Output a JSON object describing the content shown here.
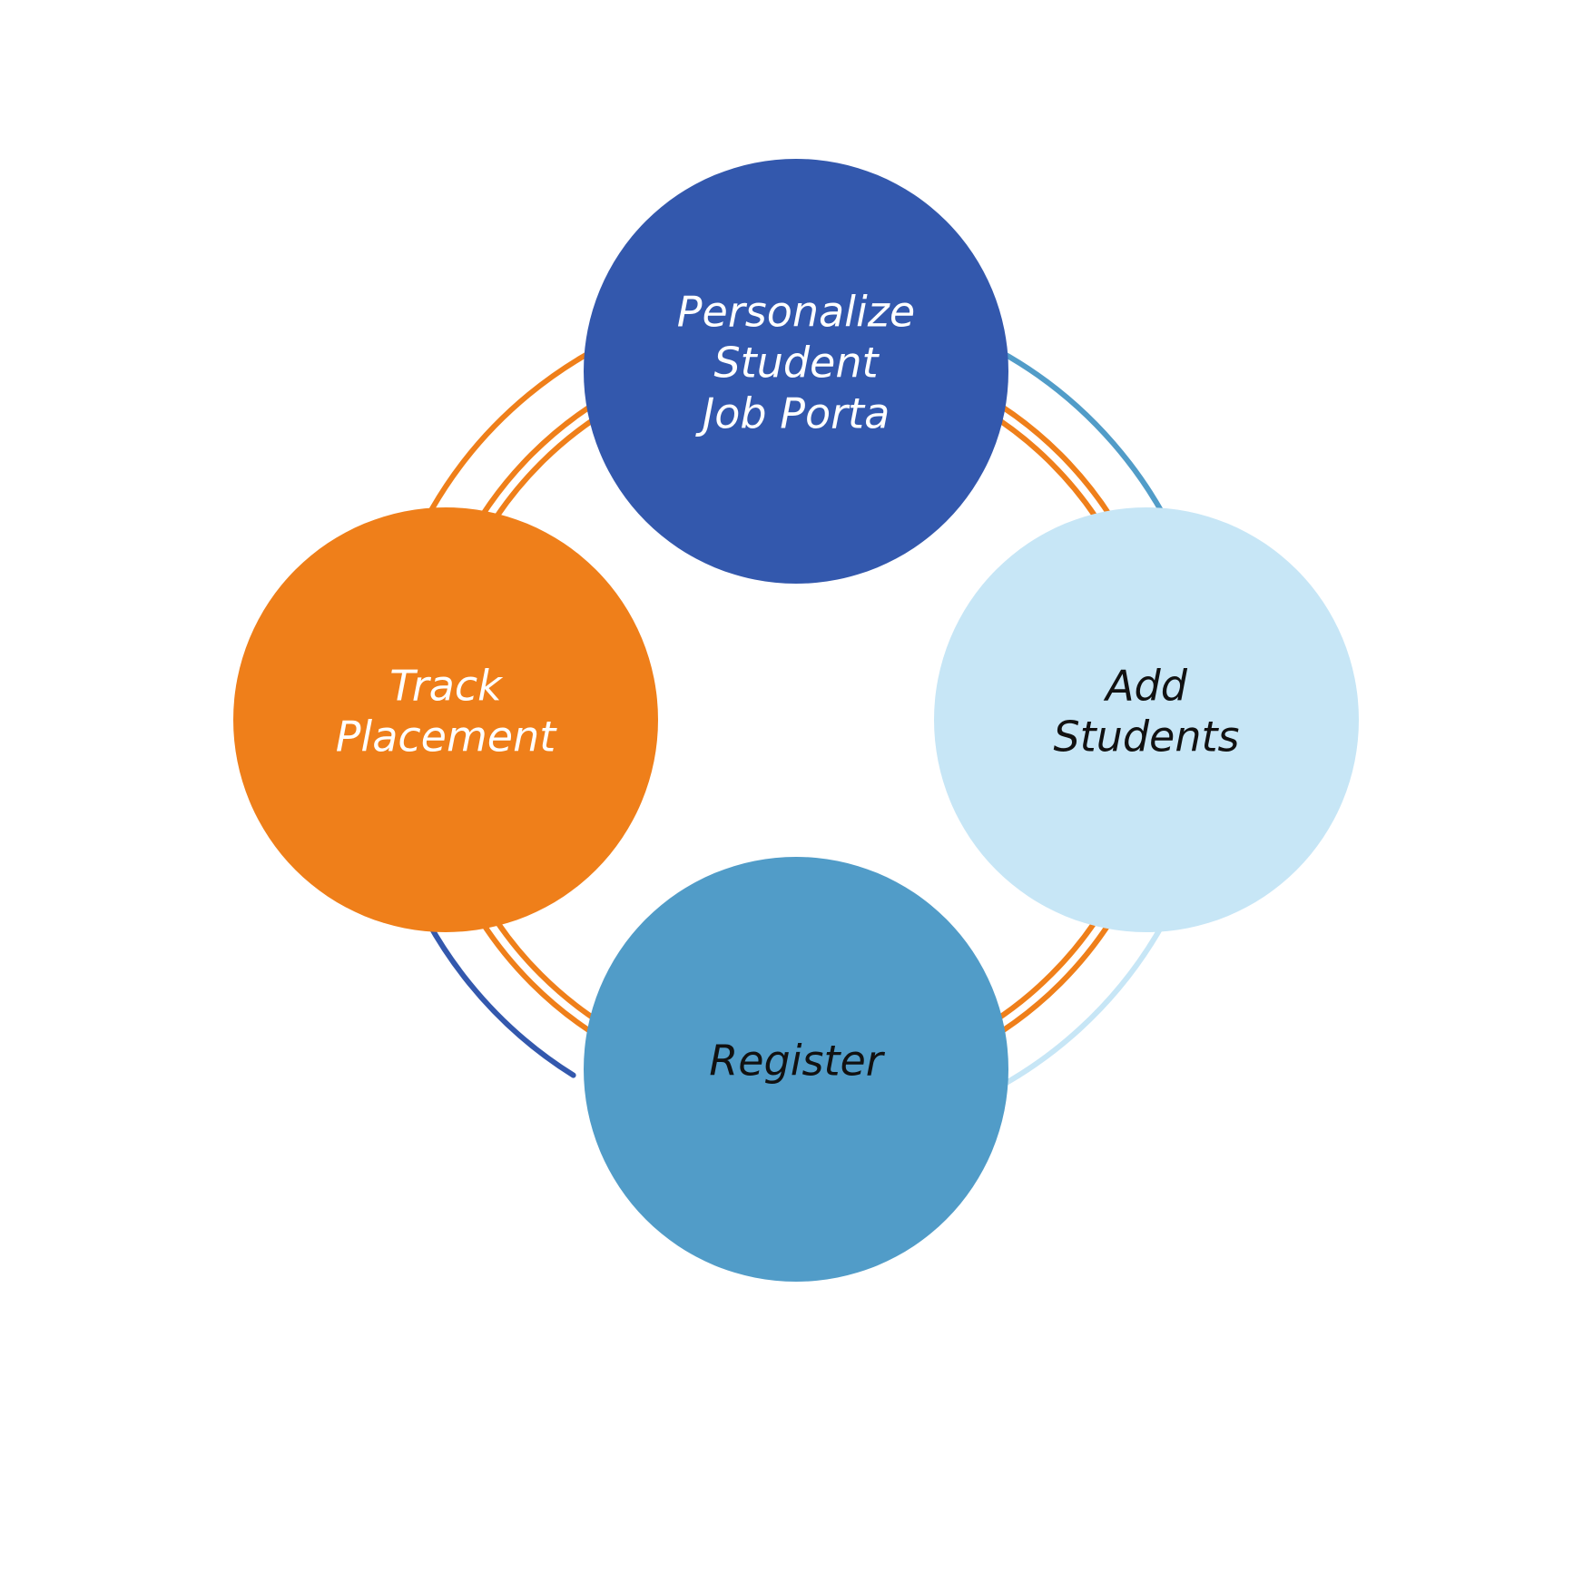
{
  "nodes": [
    {
      "id": "personalize",
      "name": "node-personalize-student-job-porta",
      "lines": [
        "Personalize",
        "Student",
        "Job Porta"
      ],
      "fill": "#3358AD",
      "text_color": "#FFFFFF"
    },
    {
      "id": "add-students",
      "name": "node-add-students",
      "lines": [
        "Add",
        "Students"
      ],
      "fill": "#C7E6F6",
      "text_color": "#111111"
    },
    {
      "id": "register",
      "name": "node-register",
      "lines": [
        "Register"
      ],
      "fill": "#519CC8",
      "text_color": "#111111"
    },
    {
      "id": "track-placement",
      "name": "node-track-placement",
      "lines": [
        "Track",
        "Placement"
      ],
      "fill": "#EF7F1A",
      "text_color": "#FFFFFF"
    }
  ],
  "ring_color": "#EF7F1A",
  "arrows": [
    {
      "name": "arrow-personalize-to-track",
      "from": "personalize",
      "to": "track-placement",
      "color": "#3358AD"
    },
    {
      "name": "arrow-track-to-register",
      "from": "track-placement",
      "to": "register",
      "color": "#EF7F1A"
    },
    {
      "name": "arrow-register-to-add",
      "from": "register",
      "to": "add-students",
      "color": "#519CC8"
    },
    {
      "name": "arrow-add-to-personalize",
      "from": "add-students",
      "to": "personalize",
      "color": "#C7E6F6"
    }
  ]
}
